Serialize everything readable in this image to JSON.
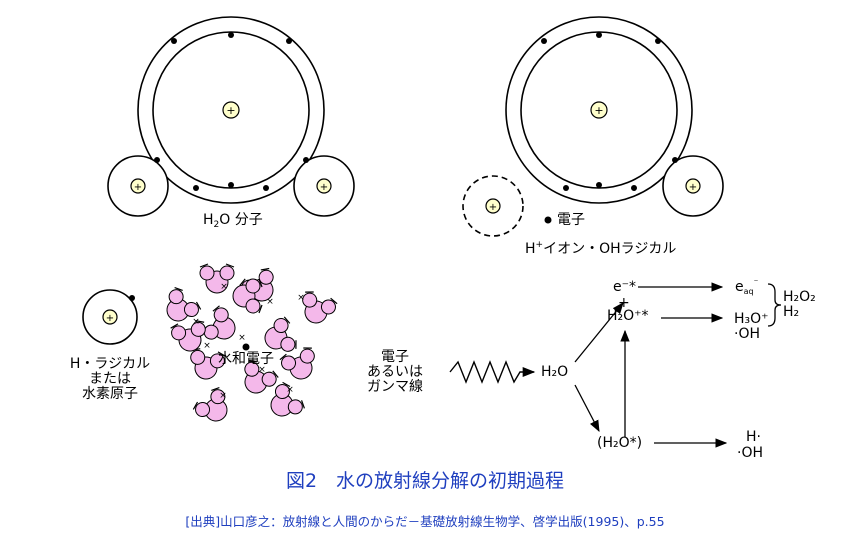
{
  "molecule": {
    "h2o_label_base": "H",
    "h2o_label_sub": "2",
    "h2o_label_rest": "O 分子"
  },
  "ionized": {
    "electron_label": "電子",
    "ion_label_h": "H",
    "ion_label_sup": "+",
    "ion_label_rest": "イオン・OHラジカル"
  },
  "radical": {
    "line1": "H・ラジカル",
    "line2": "または",
    "line3": "水素原子"
  },
  "hydrated": {
    "label": "水和電子"
  },
  "radiation": {
    "line1": "電子",
    "line2": "あるいは",
    "line3": "ガンマ線"
  },
  "scheme": {
    "water": "H₂O",
    "e_excited": "e⁻*",
    "plus": "+",
    "h2o_ion_excited": "H₂O⁺*",
    "h2o_excited": "(H₂O*)",
    "e_aq": "e",
    "e_aq_sub": "aq",
    "e_aq_sup": "⁻",
    "h3o": "H₃O⁺",
    "oh1": "·OH",
    "h_rad": "H·",
    "oh2": "·OH",
    "h2o2": "H₂O₂",
    "h2": "H₂"
  },
  "caption": {
    "title": "図2　水の放射線分解の初期過程",
    "source": "[出典]山口彦之：放射線と人間のからだ－基礎放射線生物学、啓学出版(1995)、p.55"
  },
  "colors": {
    "nucleus_fill": "#ffffcc",
    "cluster_fill": "#f4b8ea",
    "caption": "#1f3fbf"
  }
}
